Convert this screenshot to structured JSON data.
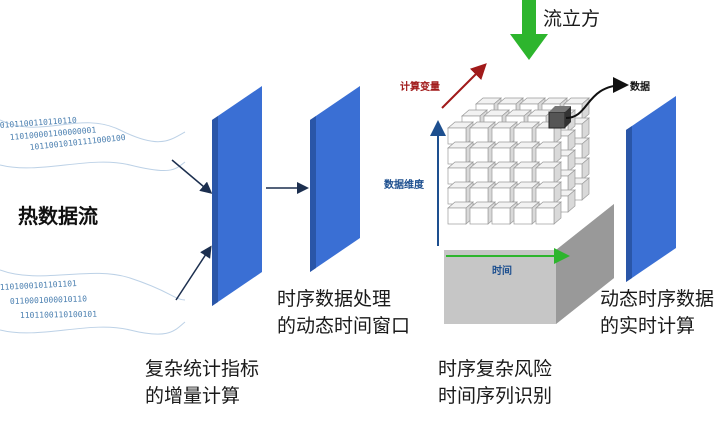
{
  "top_label": "流立方",
  "hot_stream_label": "热数据流",
  "binary_upper": [
    "0101100110110110",
    "110100001100000001",
    "10110010101111000100"
  ],
  "binary_lower": [
    "1101000101101101",
    "0110001000010110",
    "1101100110100101"
  ],
  "cube_labels": {
    "compute_vars": "计算变量",
    "data_dim": "数据维度",
    "time": "时间",
    "data_out": "数据"
  },
  "captions": {
    "panel1": [
      "复杂统计指标",
      "的增量计算"
    ],
    "panel2": [
      "时序数据处理",
      "的动态时间窗口"
    ],
    "cube": [
      "时序复杂风险",
      "时间序列识别"
    ],
    "panel3": [
      "动态时序数据",
      "的实时计算"
    ]
  },
  "colors": {
    "panel_blue": "#3a6fd4",
    "arrow_green": "#2db52d",
    "arrow_red": "#a11a1a",
    "arrow_blue": "#1d4f8f",
    "base_grey": "#b5b5b5"
  }
}
